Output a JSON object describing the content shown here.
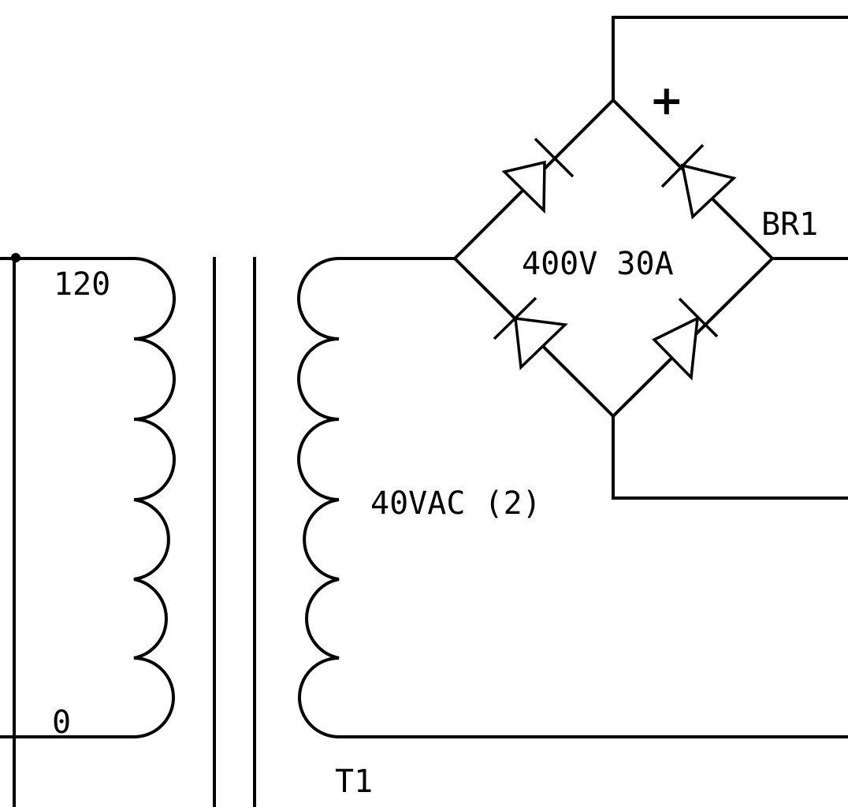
{
  "diagram": {
    "type": "circuit schematic",
    "components": [
      {
        "ref": "T1",
        "kind": "transformer",
        "primary_taps": [
          "120",
          "0"
        ],
        "secondary": "40VAC (2)"
      },
      {
        "ref": "BR1",
        "kind": "bridge rectifier",
        "rating": "400V 30A",
        "output_polarity_mark": "+"
      }
    ],
    "labels": {
      "tap_120": "120",
      "tap_0": "0",
      "secondary_rating": "40VAC (2)",
      "transformer_ref": "T1",
      "bridge_ref": "BR1",
      "bridge_rating": "400V 30A",
      "plus_mark": "+"
    }
  }
}
